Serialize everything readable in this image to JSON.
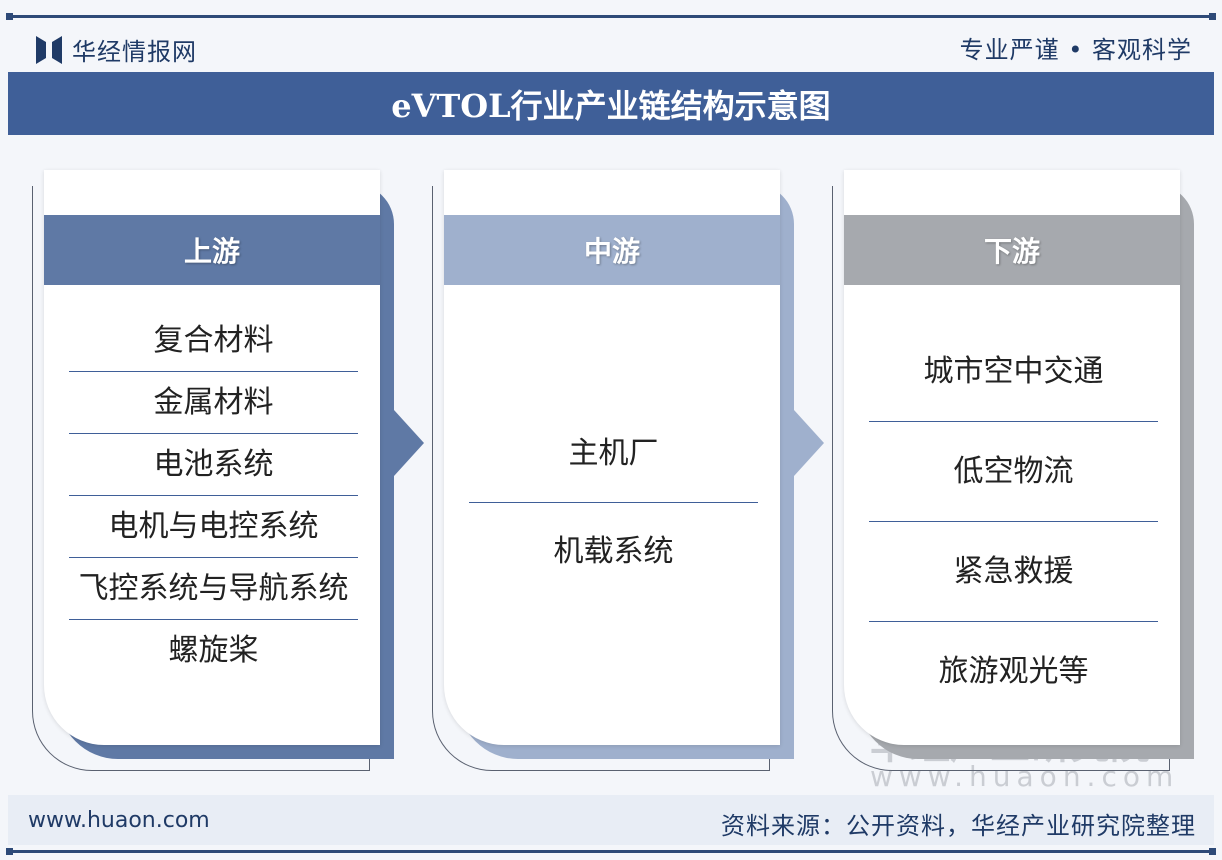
{
  "header": {
    "brand": "华经情报网",
    "slogan": "专业严谨 • 客观科学"
  },
  "title": "eVTOL行业产业链结构示意图",
  "columns": [
    {
      "label": "上游",
      "color": "#5f79a5",
      "items": [
        "复合材料",
        "金属材料",
        "电池系统",
        "电机与电控系统",
        "飞控系统与导航系统",
        "螺旋桨"
      ]
    },
    {
      "label": "中游",
      "color": "#9fb0cd",
      "items": [
        "主机厂",
        "机载系统"
      ]
    },
    {
      "label": "下游",
      "color": "#a6a9ae",
      "items": [
        "城市空中交通",
        "低空物流",
        "紧急救援",
        "旅游观光等"
      ]
    }
  ],
  "watermark": {
    "name": "华经产业研究院",
    "url": "www.huaon.com"
  },
  "footer": {
    "website": "www.huaon.com",
    "source": "资料来源：公开资料，华经产业研究院整理"
  }
}
